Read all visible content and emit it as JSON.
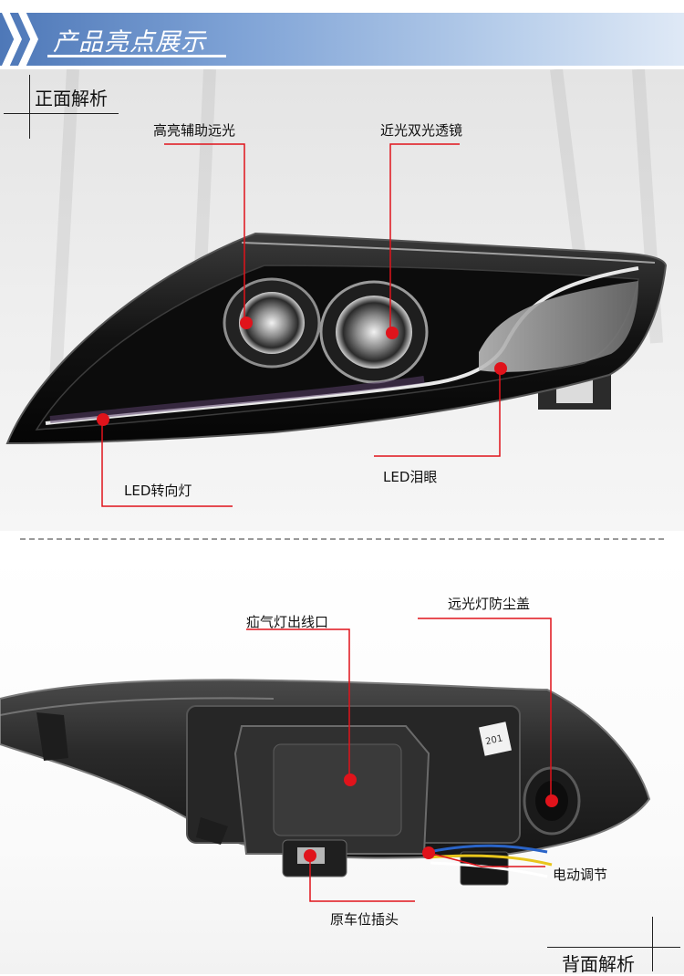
{
  "header": {
    "title": "产品亮点展示"
  },
  "front": {
    "section_title": "正面解析",
    "labels": {
      "high_beam_aux": "高亮辅助远光",
      "low_high_lens": "近光双光透镜",
      "led_turn": "LED转向灯",
      "led_tear": "LED泪眼"
    }
  },
  "rear": {
    "section_title": "背面解析",
    "labels": {
      "xenon_outlet": "疝气灯出线口",
      "high_beam_cover": "远光灯防尘盖",
      "electric_adjust": "电动调节",
      "oem_plug": "原车位插头"
    },
    "sticker_text": "201"
  },
  "colors": {
    "callout": "#e0131b",
    "banner": "#5b84c4"
  }
}
